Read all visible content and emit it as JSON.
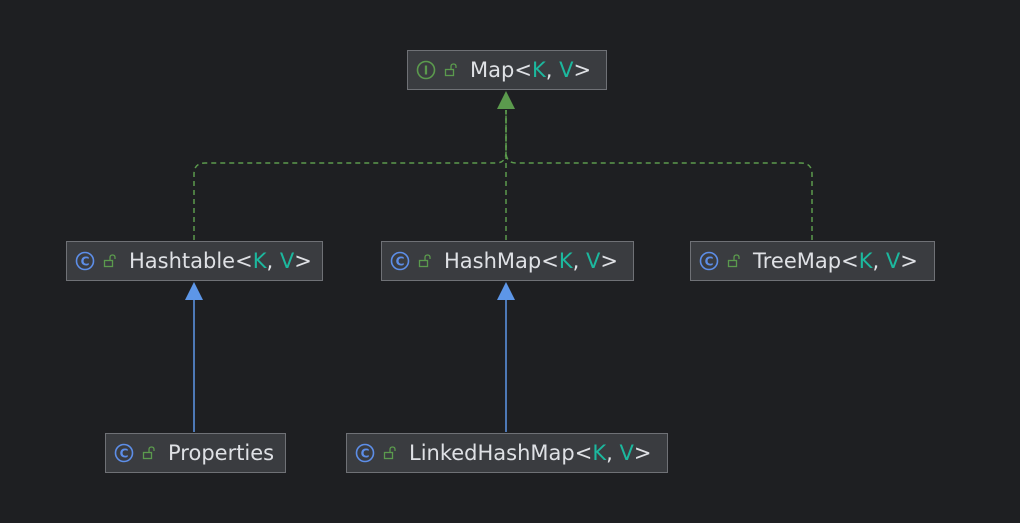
{
  "colors": {
    "background": "#1e1f22",
    "node_fill": "#3a3c40",
    "node_border": "#6f7176",
    "text": "#dfe1e5",
    "generic_param": "#1cb89e",
    "implements_edge": "#5b9a4d",
    "extends_edge": "#5d96e8",
    "interface_icon": "#5b9a4d",
    "class_icon": "#5d8ee8",
    "lock_icon": "#5b9a4d"
  },
  "nodes": {
    "map": {
      "kind": "interface",
      "icon": "interface-icon",
      "icon_letter": "I",
      "name": "Map",
      "lt": "<",
      "k": "K",
      "comma": ", ",
      "v": "V",
      "gt": ">"
    },
    "hashtable": {
      "kind": "class",
      "icon": "class-icon",
      "icon_letter": "C",
      "name": "Hashtable",
      "lt": "<",
      "k": "K",
      "comma": ", ",
      "v": "V",
      "gt": ">"
    },
    "hashmap": {
      "kind": "class",
      "icon": "class-icon",
      "icon_letter": "C",
      "name": "HashMap",
      "lt": "<",
      "k": "K",
      "comma": ", ",
      "v": "V",
      "gt": ">"
    },
    "treemap": {
      "kind": "class",
      "icon": "class-icon",
      "icon_letter": "C",
      "name": "TreeMap",
      "lt": "<",
      "k": "K",
      "comma": ", ",
      "v": "V",
      "gt": ">"
    },
    "properties": {
      "kind": "class",
      "icon": "class-icon",
      "icon_letter": "C",
      "name": "Properties"
    },
    "linkedhashmap": {
      "kind": "class",
      "icon": "class-icon",
      "icon_letter": "C",
      "name": "LinkedHashMap",
      "lt": "<",
      "k": "K",
      "comma": ", ",
      "v": "V",
      "gt": ">"
    }
  },
  "edges": [
    {
      "from": "hashtable",
      "to": "map",
      "relation": "implements"
    },
    {
      "from": "hashmap",
      "to": "map",
      "relation": "implements"
    },
    {
      "from": "treemap",
      "to": "map",
      "relation": "implements"
    },
    {
      "from": "properties",
      "to": "hashtable",
      "relation": "extends"
    },
    {
      "from": "linkedhashmap",
      "to": "hashmap",
      "relation": "extends"
    }
  ]
}
